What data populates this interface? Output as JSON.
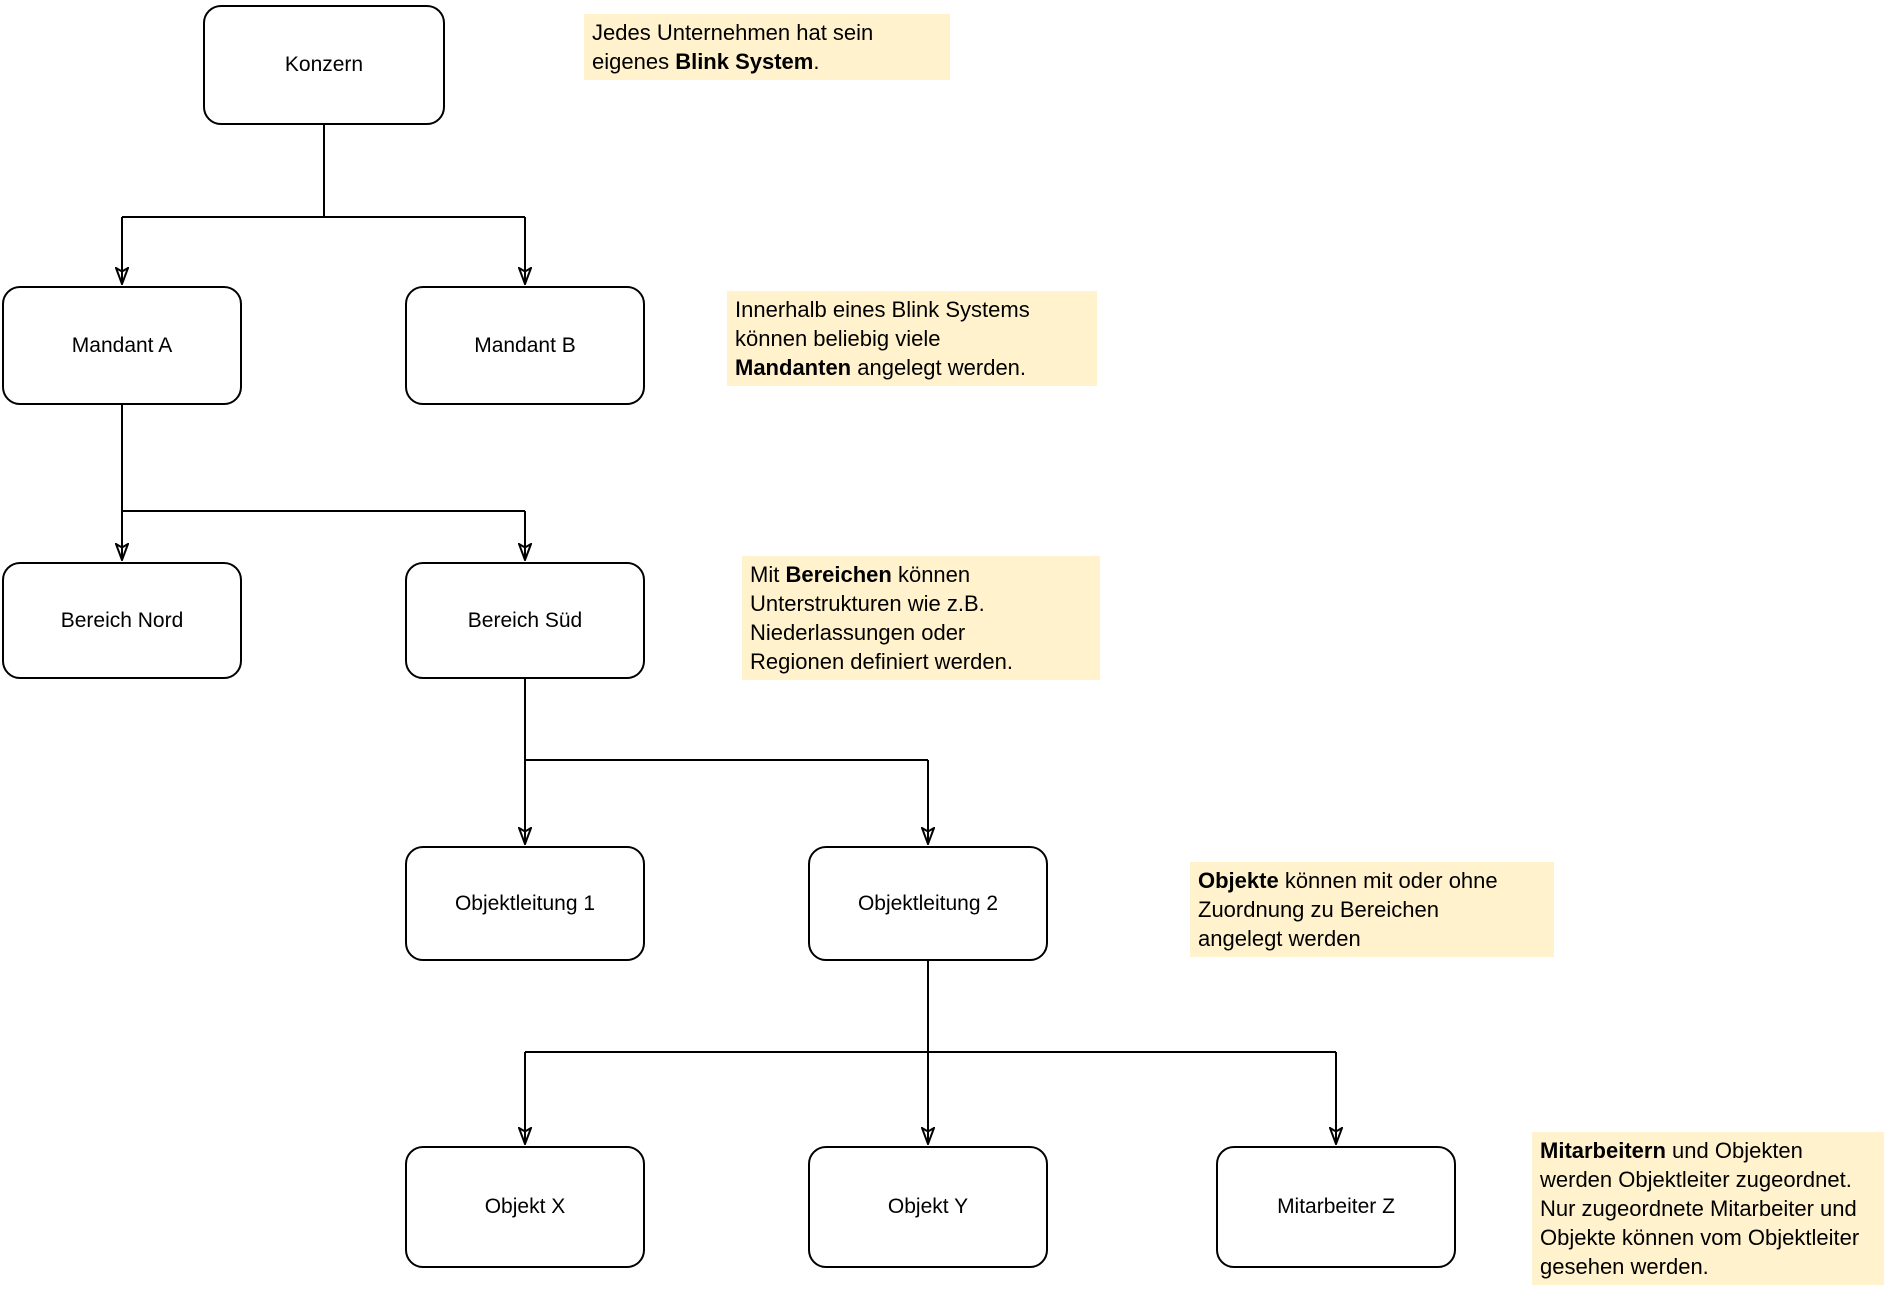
{
  "diagram": {
    "nodes": [
      {
        "id": "konzern",
        "label": "Konzern"
      },
      {
        "id": "mandant-a",
        "label": "Mandant A"
      },
      {
        "id": "mandant-b",
        "label": "Mandant B"
      },
      {
        "id": "bereich-nord",
        "label": "Bereich Nord"
      },
      {
        "id": "bereich-sued",
        "label": "Bereich Süd"
      },
      {
        "id": "objektleitung-1",
        "label": "Objektleitung 1"
      },
      {
        "id": "objektleitung-2",
        "label": "Objektleitung 2"
      },
      {
        "id": "objekt-x",
        "label": "Objekt X"
      },
      {
        "id": "objekt-y",
        "label": "Objekt Y"
      },
      {
        "id": "mitarbeiter-z",
        "label": "Mitarbeiter Z"
      }
    ],
    "edges": [
      {
        "from": "Konzern",
        "to": "Mandant A"
      },
      {
        "from": "Konzern",
        "to": "Mandant B"
      },
      {
        "from": "Mandant A",
        "to": "Bereich Nord"
      },
      {
        "from": "Mandant A",
        "to": "Bereich Süd"
      },
      {
        "from": "Bereich Süd",
        "to": "Objektleitung 1"
      },
      {
        "from": "Bereich Süd",
        "to": "Objektleitung 2"
      },
      {
        "from": "Objektleitung 2",
        "to": "Objekt X"
      },
      {
        "from": "Objektleitung 2",
        "to": "Objekt Y"
      },
      {
        "from": "Objektleitung 2",
        "to": "Mitarbeiter Z"
      }
    ]
  },
  "annotations": [
    {
      "id": "blink-system",
      "lines": [
        "Jedes Unternehmen hat sein",
        "eigenes **Blink System**."
      ]
    },
    {
      "id": "mandanten",
      "lines": [
        "Innerhalb eines Blink Systems",
        "können beliebig viele",
        "**Mandanten** angelegt werden."
      ]
    },
    {
      "id": "bereiche",
      "lines": [
        "Mit **Bereichen** können",
        "Unterstrukturen wie z.B.",
        "Niederlassungen oder",
        "Regionen definiert werden."
      ]
    },
    {
      "id": "objekte",
      "lines": [
        "**Objekte** können mit oder ohne",
        "Zuordnung zu Bereichen",
        "angelegt werden"
      ]
    },
    {
      "id": "mitarbeitern",
      "lines": [
        "**Mitarbeitern** und Objekten",
        "werden Objektleiter zugeordnet.",
        "Nur zugeordnete Mitarbeiter und",
        "Objekte können vom Objektleiter",
        "gesehen werden."
      ]
    }
  ],
  "colors": {
    "highlight_background": "#FFF2CC",
    "node_fill": "#FFFFFF",
    "node_border": "#000000",
    "line": "#000000",
    "text": "#000000"
  }
}
